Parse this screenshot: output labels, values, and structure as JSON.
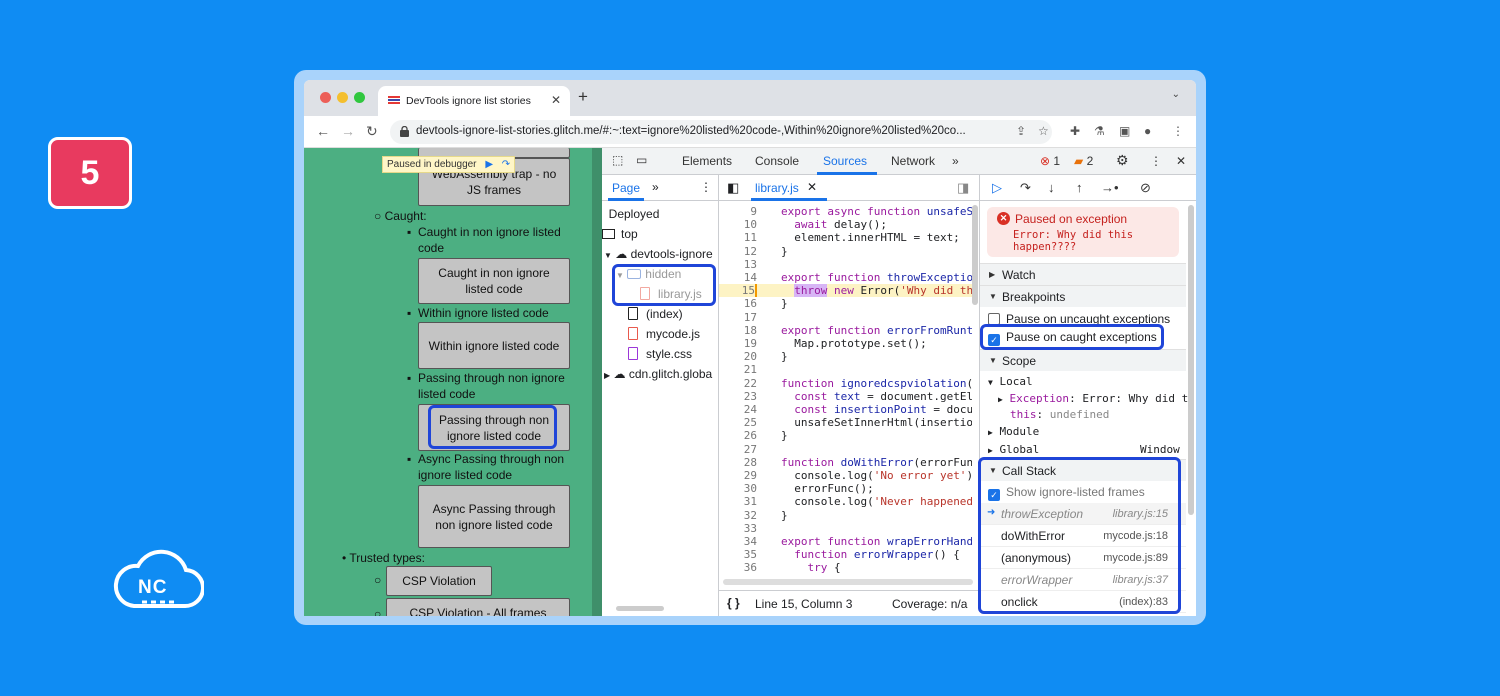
{
  "step_number": "5",
  "logo_text": "NC",
  "browser": {
    "tab_title": "DevTools ignore list stories",
    "url": "devtools-ignore-list-stories.glitch.me/#:~:text=ignore%20listed%20code-,Within%20ignore%20listed%20co..."
  },
  "webpage": {
    "paused_label": "Paused in debugger",
    "items": {
      "wasm_button": "WebAssembly trap - no JS frames",
      "caught_label": "Caught:",
      "caught_non_ignore_text": "Caught in non ignore listed code",
      "caught_non_ignore_button": "Caught in non ignore listed code",
      "within_text": "Within ignore listed code",
      "within_button": "Within ignore listed code",
      "passing_text": "Passing through non ignore listed code",
      "passing_button": "Passing through non ignore listed code",
      "async_text": "Async Passing through non ignore listed code",
      "async_button": "Async Passing through non ignore listed code",
      "trusted_label": "Trusted types:",
      "csp_button": "CSP Violation",
      "csp_all_button": "CSP Violation - All frames"
    }
  },
  "devtools": {
    "tabs": [
      "Elements",
      "Console",
      "Sources",
      "Network"
    ],
    "error_count": "1",
    "warning_count": "2",
    "navigator": {
      "tab": "Page",
      "tree": [
        "Deployed",
        "top",
        "devtools-ignore",
        "hidden",
        "library.js",
        "(index)",
        "mycode.js",
        "style.css",
        "cdn.glitch.globa"
      ]
    },
    "editor": {
      "file_tab": "library.js",
      "status_position": "Line 15, Column 3",
      "status_coverage": "Coverage: n/a"
    },
    "debugger": {
      "exception_title": "Paused on exception",
      "exception_message": "Error: Why did this happen????",
      "watch": "Watch",
      "breakpoints": "Breakpoints",
      "pause_uncaught": "Pause on uncaught exceptions",
      "pause_caught": "Pause on caught exceptions",
      "scope": "Scope",
      "local": "Local",
      "exception_key": "Exception",
      "exception_val": "Error: Why did t",
      "this_key": "this",
      "this_val": "undefined",
      "module": "Module",
      "global": "Global",
      "global_val": "Window",
      "call_stack": "Call Stack",
      "show_ignore": "Show ignore-listed frames",
      "frames": [
        {
          "name": "throwException",
          "loc": "library.js:15"
        },
        {
          "name": "doWithError",
          "loc": "mycode.js:18"
        },
        {
          "name": "(anonymous)",
          "loc": "mycode.js:89"
        },
        {
          "name": "errorWrapper",
          "loc": "library.js:37"
        },
        {
          "name": "onclick",
          "loc": "(index):83"
        }
      ]
    }
  },
  "colors": {
    "background": "#0f8cf3",
    "badge": "#e83a5f",
    "highlight": "#1f45d8",
    "page_green": "#4caf82"
  }
}
